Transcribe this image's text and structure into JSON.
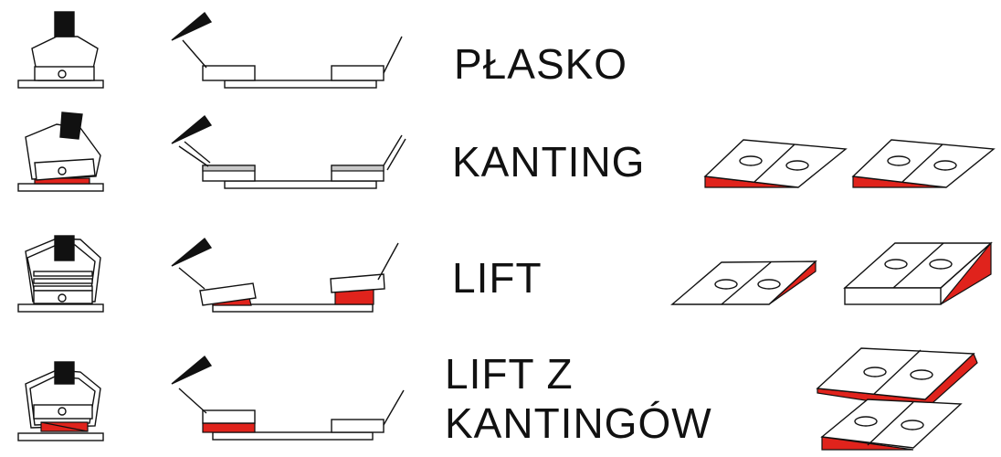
{
  "rows": [
    {
      "label": "PŁASKO"
    },
    {
      "label": "KANTING"
    },
    {
      "label": "LIFT"
    },
    {
      "label": "LIFT Z",
      "label2": "KANTINGÓW"
    }
  ],
  "colors": {
    "accent": "#e0231c",
    "ink": "#111111",
    "shade": "#c8c8c8"
  }
}
